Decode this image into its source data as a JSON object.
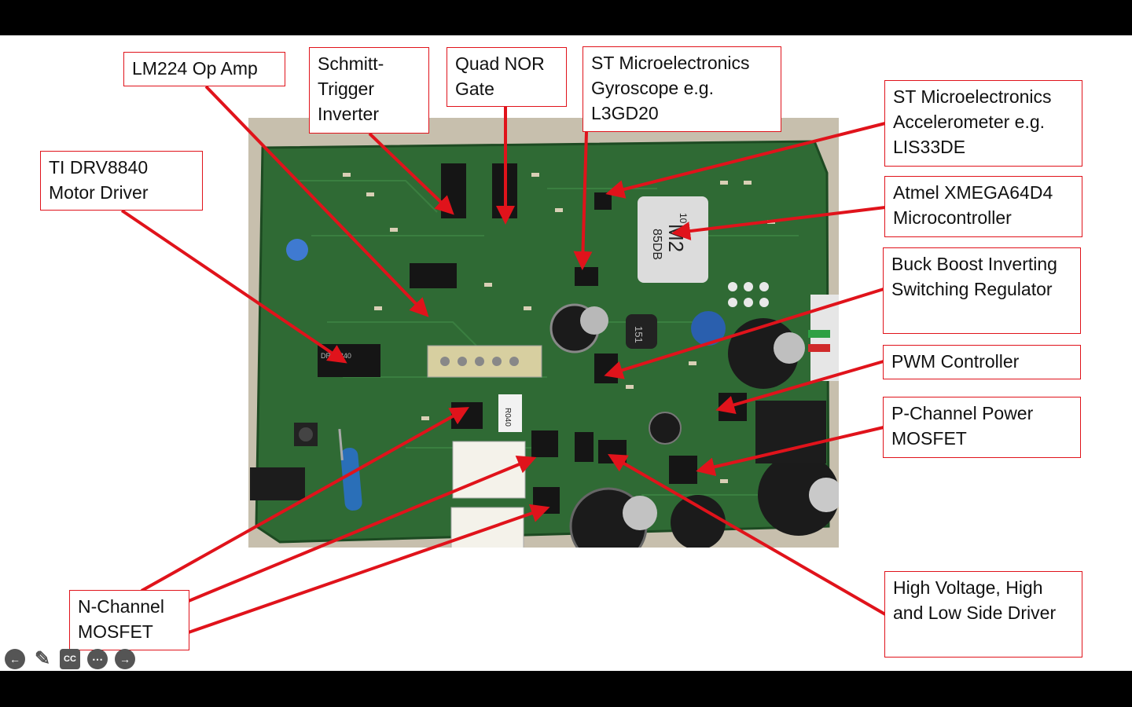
{
  "labels": {
    "lm224": "LM224 Op Amp",
    "schmitt": "Schmitt-Trigger Inverter",
    "nor": "Quad NOR Gate",
    "gyro": "ST Microelectronics Gyroscope e.g.  L3GD20",
    "accel": "ST Microelectronics Accelerometer e.g.  LIS33DE",
    "drv": "TI DRV8840 Motor Driver",
    "mcu": "Atmel XMEGA64D4 Microcontroller",
    "buck": "Buck Boost Inverting Switching Regulator",
    "pwm": "PWM Controller",
    "pmos": "P-Channel Power MOSFET",
    "nmos": "N-Channel MOSFET",
    "hv": "High Voltage, High and Low Side Driver"
  },
  "board_markings": {
    "mcu_chip": "M2",
    "mcu_code": "85DB",
    "mcu_num": "10",
    "drv_chip": "DRV8840",
    "inductor": "151",
    "resistor": "R040"
  },
  "controls": {
    "back": "back-icon",
    "pen": "pen-icon",
    "cc": "CC",
    "more": "more-icon",
    "next": "next-icon"
  },
  "colors": {
    "label_border": "#e0131b",
    "arrow": "#e0131b",
    "pcb": "#2f6a34"
  }
}
